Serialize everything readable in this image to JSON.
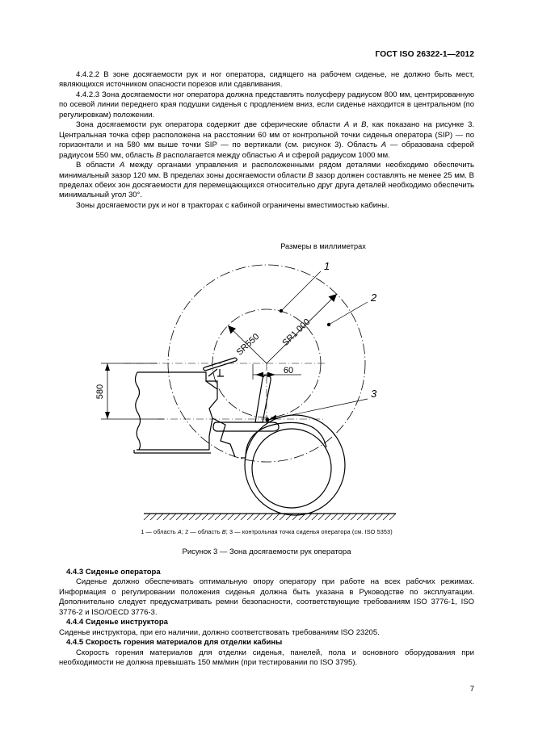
{
  "document": {
    "header": "ГОСТ ISO 26322-1—2012",
    "page_number": "7"
  },
  "body_top": {
    "p1": "4.4.2.2 В зоне досягаемости рук и ног оператора, сидящего на рабочем сиденье, не должно быть мест, являющихся источником опасности порезов или сдавливания.",
    "p2": "4.4.2.3 Зона досягаемости ног оператора должна представлять полусферу радиусом 800 мм, центрированную по осевой линии переднего края подушки сиденья с продлением вниз, если сиденье находится в центральном (по регулировкам) положении.",
    "p3_a": "Зона досягаемости рук оператора содержит две сферические области ",
    "p3_italic_a": "A",
    "p3_b": " и ",
    "p3_italic_b": "B",
    "p3_c": ", как показано на рисунке 3. Центральная точка сфер расположена на расстоянии 60 мм от контрольной точки сиденья оператора (SIP) — по горизонтали и на 580 мм выше точки SIP — по вертикали (см. рисунок 3). Область ",
    "p3_italic_c": "A",
    "p3_d": " — образована сферой радиусом 550 мм, область ",
    "p3_italic_d": "B",
    "p3_e": " располагается между областью ",
    "p3_italic_e": "A",
    "p3_f": " и сферой радиусом 1000 мм.",
    "p4_a": "В области ",
    "p4_italic_a": "A",
    "p4_b": " между органами управления и расположенными рядом деталями необходимо обеспечить минимальный зазор 120 мм. В пределах зоны досягаемости области ",
    "p4_italic_b": "B",
    "p4_c": " зазор должен составлять не менее 25 мм. В пределах обеих зон досягаемости для перемещающихся относительно друг друга деталей необходимо обеспечить минимальный угол 30°.",
    "p5": "Зоны досягаемости рук и ног в тракторах с кабиной ограничены вместимостью кабины."
  },
  "figure": {
    "units_note": "Размеры в миллиметрах",
    "labels": {
      "sr550": "SR550",
      "sr1000": "SR1 000",
      "dim60": "60",
      "dim580": "580",
      "callout1": "1",
      "callout2": "2",
      "callout3": "3"
    },
    "key_1": "1 — область ",
    "key_1_italic": "A",
    "key_2": "; 2 — область ",
    "key_2_italic": "B",
    "key_3": "; 3 — контрольная точка сиденья оператора (см. ISO 5353)",
    "caption": "Рисунок 3 — Зона досягаемости рук оператора"
  },
  "body_bottom": {
    "h443": "4.4.3 Сиденье оператора",
    "p443": "Сиденье должно обеспечивать оптимальную опору оператору при работе на всех рабочих режимах. Информация о регулировании положения сиденья должна быть указана в Руководстве по эксплуатации. Дополнительно следует предусматривать ремни безопасности, соответствующие требованиям ISO 3776-1, ISO 3776-2 и ISO/OECD 3776-3.",
    "h444": "4.4.4 Сиденье инструктора",
    "p444": "Сиденье инструктора, при его наличии, должно соответствовать требованиям ISO 23205.",
    "h445": "4.4.5 Скорость горения материалов для отделки кабины",
    "p445": "Скорость горения материалов для отделки сиденья, панелей, пола и основного оборудования при необходимости не должна превышать 150 мм/мин (при тестировании по ISO 3795)."
  }
}
